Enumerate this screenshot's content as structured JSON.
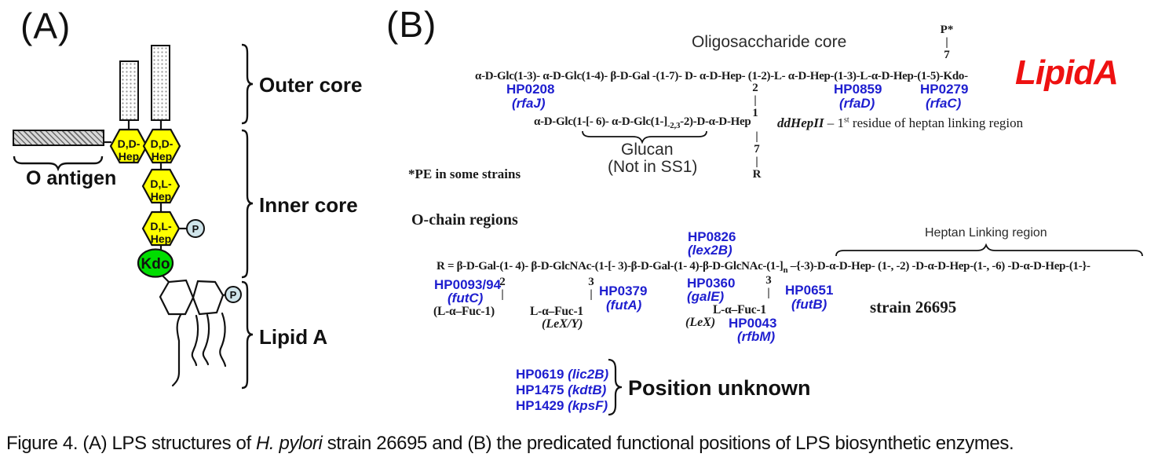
{
  "colors": {
    "enzyme_blue": "#1e1ecf",
    "lipid_a_red": "#ee1111",
    "hep_yellow": "#ffff00",
    "kdo_green": "#00dd00",
    "phosphate_fill": "#cfe4ea",
    "outline_black": "#111111"
  },
  "caption": {
    "pre": "Figure 4. (A) LPS structures of ",
    "italic": "H. pylori",
    "post": " strain 26695 and (B) the predicated functional positions of LPS biosynthetic enzymes."
  },
  "panel_a": {
    "label": "(A)",
    "o_antigen_label": "O antigen",
    "outer_core_label": "Outer core",
    "inner_core_label": "Inner core",
    "lipid_a_label": "Lipid A",
    "hex1_l1": "D,D-",
    "hex1_l2": "Hep",
    "hex2_l1": "D,D-",
    "hex2_l2": "Hep",
    "hex3_l1": "D,L-",
    "hex3_l2": "Hep",
    "hex4_l1": "D,L-",
    "hex4_l2": "Hep",
    "kdo_label": "Kdo",
    "p_label": "P"
  },
  "panel_b": {
    "label": "(B)",
    "oligo_title": "Oligosaccharide core",
    "p_star_column": "P*\n|\n7",
    "main_chain": "α-D-Glc(1-3)- α-D-Glc(1-4)- β-D-Gal -(1-7)- D- α-D-Hep- (1-2)-L- α-D-Hep-(1-3)-L-α-D-Hep-(1-5)-Kdo-",
    "lipid_a": "LipidA",
    "enzymes": {
      "hp0208": "HP0208",
      "hp0208_gene": "(rfaJ)",
      "hp0859": "HP0859",
      "hp0859_gene": "(rfaD)",
      "hp0279": "HP0279",
      "hp0279_gene": "(rfaC)",
      "hp0826": "HP0826",
      "hp0826_gene": "(lex2B)",
      "hp0093": "HP0093/94",
      "hp0093_gene": "(futC)",
      "hp0379": "HP0379",
      "hp0379_gene": "(futA)",
      "hp0360": "HP0360",
      "hp0360_gene": "(galE)",
      "hp0043": "HP0043",
      "hp0043_gene": "(rfbM)",
      "hp0651": "HP0651",
      "hp0651_gene": "(futB)"
    },
    "link_2_1": "2\n|\n1",
    "link_7_r": "|\n7\n|\nR",
    "link_2": "2\n|",
    "link_3a": "3\n|",
    "link_3b": "3\n|",
    "glucan_chain_pre": "α-D-Glc(1-[- 6)- α-D-Glc(1-]",
    "glucan_chain_sub": "-2,3",
    "glucan_chain_post": "-2)-D-α-D-Hep",
    "glucan_label": "Glucan",
    "glucan_note": "(Not in SS1)",
    "ddhep_note_italic": "ddHepII",
    "ddhep_note_mid": " – 1",
    "ddhep_note_sup": "st",
    "ddhep_note_post": " residue of heptan linking region",
    "pe_note": "*PE in some strains",
    "ochain_header": "O-chain  regions",
    "r_chain_pre": "R =  β-D-Gal-(1- 4)- β-D-GlcNAc-(1-[- 3)-β-D-Gal-(1- 4)-β-D-GlcNAc-(1-]",
    "r_chain_sub": "n",
    "r_chain_post": " –{-3)-D-α-D-Hep- (1-, -2) -D-α-D-Hep-(1-, -6) -D-α-D-Hep-(1-}-",
    "heptan_label": "Heptan Linking region",
    "fuc_left": "(L-α–Fuc-1)",
    "fuc_mid": "L-α–Fuc-1",
    "fuc_right": "L-α–Fuc-1",
    "lexy": "(LeX/Y)",
    "lex": "(LeX)",
    "strain": "strain 26695",
    "unknown": {
      "rows": [
        {
          "id": "HP0619",
          "gene": "(lic2B)"
        },
        {
          "id": "HP1475",
          "gene": "(kdtB)"
        },
        {
          "id": "HP1429",
          "gene": "(kpsF)"
        }
      ],
      "label": "Position unknown"
    }
  }
}
